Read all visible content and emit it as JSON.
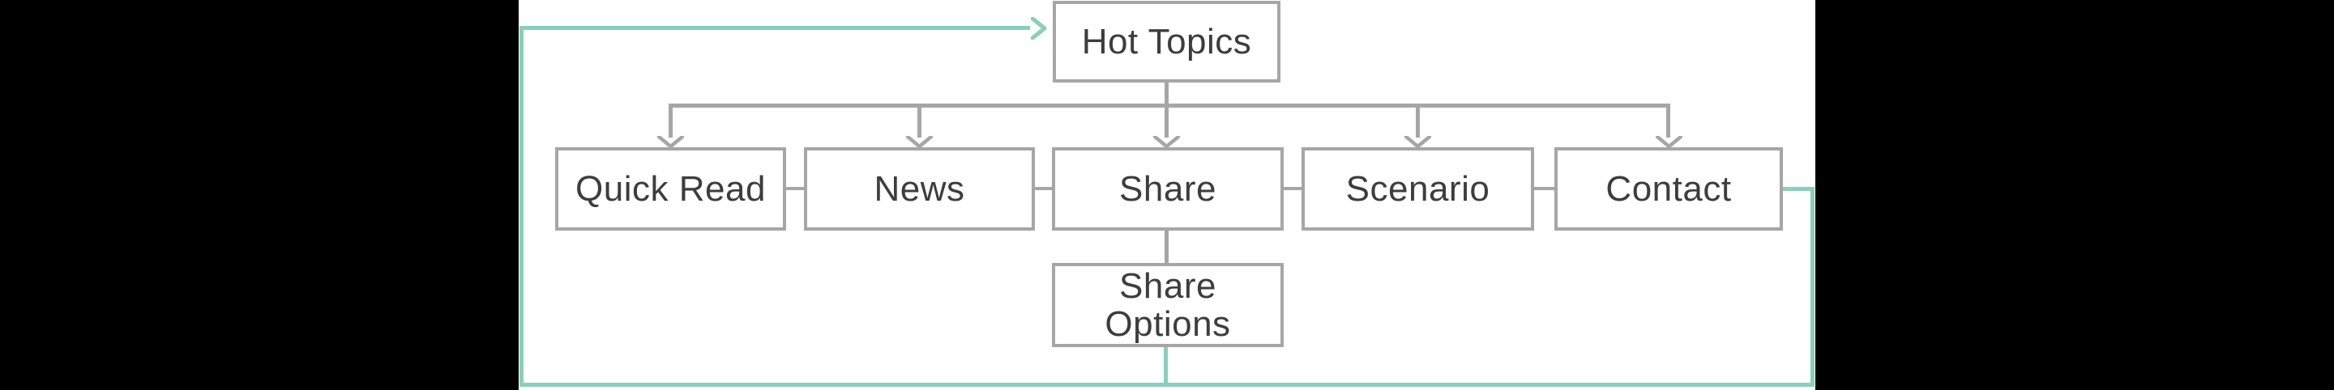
{
  "flowchart": {
    "root": {
      "label": "Hot Topics"
    },
    "level2": [
      {
        "label": "Quick Read"
      },
      {
        "label": "News"
      },
      {
        "label": "Share"
      },
      {
        "label": "Scenario"
      },
      {
        "label": "Contact"
      }
    ],
    "level3": {
      "label_line1": "Share",
      "label_line2": "Options"
    }
  },
  "colors": {
    "accent_teal": "#89cfba",
    "connector_gray": "#a6a6a6",
    "node_border": "#a6a6a6",
    "node_text": "#3d3d3d",
    "side_bars": "#000000",
    "background": "#ffffff"
  }
}
